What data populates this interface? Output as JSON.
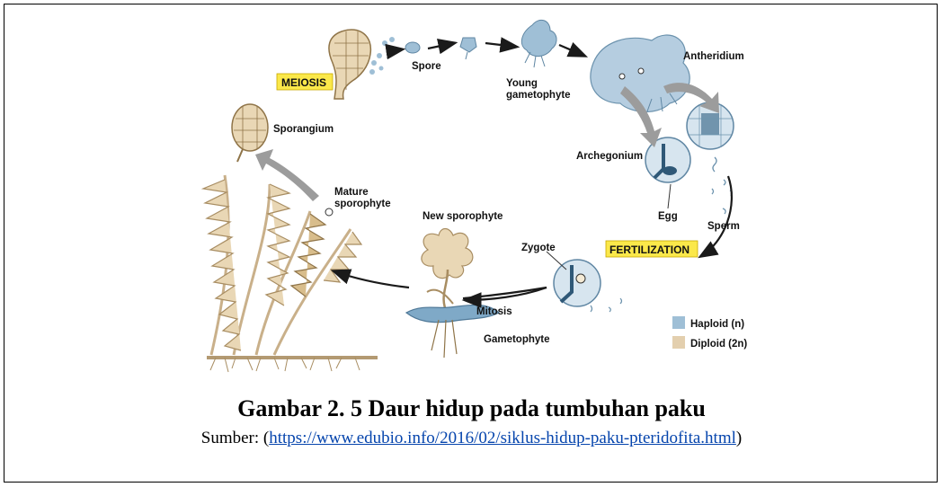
{
  "diagram": {
    "labels": {
      "meiosis": "MEIOSIS",
      "spore": "Spore",
      "young_gametophyte_1": "Young",
      "young_gametophyte_2": "gametophyte",
      "antheridium": "Antheridium",
      "sporangium": "Sporangium",
      "archegonium": "Archegonium",
      "mature_sporophyte_1": "Mature",
      "mature_sporophyte_2": "sporophyte",
      "new_sporophyte": "New sporophyte",
      "egg": "Egg",
      "sperm": "Sperm",
      "fertilization": "FERTILIZATION",
      "zygote": "Zygote",
      "mitosis": "Mitosis",
      "gametophyte": "Gametophyte"
    },
    "legend": {
      "haploid": "Haploid (n)",
      "diploid": "Diploid (2n)"
    },
    "colors": {
      "haploid": "#9fbfd6",
      "diploid": "#e3cfae",
      "highlight": "#fbe84a",
      "arrow": "#1a1a1a",
      "gray_arrow": "#9c9c9c"
    }
  },
  "caption": {
    "title": "Gambar 2. 5 Daur hidup pada tumbuhan paku",
    "source_prefix": "Sumber: (",
    "source_link": "https://www.edubio.info/2016/02/siklus-hidup-paku-pteridofita.html",
    "source_suffix": ")"
  }
}
